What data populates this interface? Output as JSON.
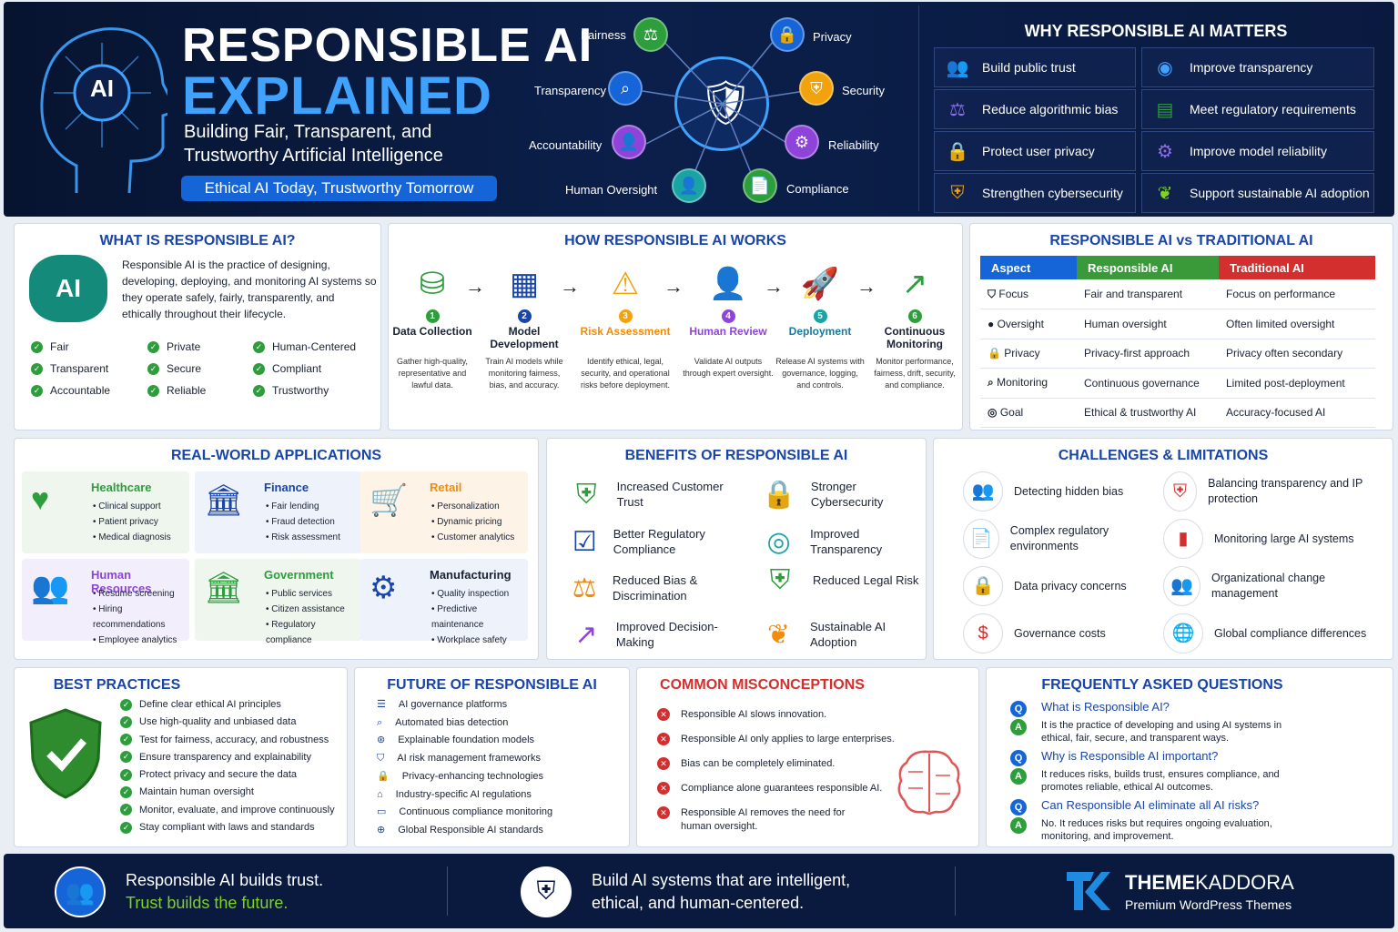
{
  "header": {
    "title_line1": "RESPONSIBLE AI",
    "title_line2": "EXPLAINED",
    "subtitle": "Building Fair, Transparent, and Trustworthy Artificial Intelligence",
    "tagline": "Ethical AI Today, Trustworthy Tomorrow",
    "head_badge": "AI",
    "nodes": [
      {
        "label": "Fairness",
        "icon": "scales-icon",
        "color": "#2e9d3c"
      },
      {
        "label": "Privacy",
        "icon": "lock-icon",
        "color": "#1565d8"
      },
      {
        "label": "Transparency",
        "icon": "search-icon",
        "color": "#1565d8"
      },
      {
        "label": "Security",
        "icon": "shield-icon",
        "color": "#f2a20c"
      },
      {
        "label": "Accountability",
        "icon": "user-icon",
        "color": "#8e44d8"
      },
      {
        "label": "Reliability",
        "icon": "gear-icon",
        "color": "#8e44d8"
      },
      {
        "label": "Human Oversight",
        "icon": "person-icon",
        "color": "#1aa3a3"
      },
      {
        "label": "Compliance",
        "icon": "document-icon",
        "color": "#2e9d3c"
      }
    ]
  },
  "why": {
    "title": "WHY RESPONSIBLE AI MATTERS",
    "items": [
      "Build public trust",
      "Improve transparency",
      "Reduce algorithmic bias",
      "Meet regulatory requirements",
      "Protect user privacy",
      "Improve model reliability",
      "Strengthen cybersecurity",
      "Support sustainable AI adoption"
    ]
  },
  "what": {
    "title": "WHAT IS RESPONSIBLE AI?",
    "badge": "AI",
    "text": "Responsible AI is the practice of designing, developing, deploying, and monitoring AI systems so they operate safely, fairly, transparently, and ethically throughout their lifecycle.",
    "traits": [
      "Fair",
      "Private",
      "Human-Centered",
      "Transparent",
      "Secure",
      "Compliant",
      "Accountable",
      "Reliable",
      "Trustworthy"
    ]
  },
  "how": {
    "title": "HOW RESPONSIBLE AI WORKS",
    "steps": [
      {
        "num": "1",
        "name": "Data Collection",
        "desc": "Gather high-quality, representative and lawful data.",
        "color": "#2e9d3c",
        "icon": "database-icon"
      },
      {
        "num": "2",
        "name": "Model Development",
        "desc": "Train AI models while monitoring fairness, bias, and accuracy.",
        "color": "#1a45a8",
        "icon": "chip-icon"
      },
      {
        "num": "3",
        "name": "Risk Assessment",
        "desc": "Identify ethical, legal, security, and operational risks before deployment.",
        "color": "#f2a20c",
        "icon": "warning-icon"
      },
      {
        "num": "4",
        "name": "Human Review",
        "desc": "Validate AI outputs through expert oversight.",
        "color": "#8e44d8",
        "icon": "person-icon"
      },
      {
        "num": "5",
        "name": "Deployment",
        "desc": "Release AI systems with governance, logging, and controls.",
        "color": "#1aa3a3",
        "icon": "rocket-icon"
      },
      {
        "num": "6",
        "name": "Continuous Monitoring",
        "desc": "Monitor performance, fairness, drift, security, and compliance.",
        "color": "#2e9d3c",
        "icon": "trend-icon"
      }
    ]
  },
  "compare": {
    "title": "RESPONSIBLE AI vs TRADITIONAL AI",
    "headers": [
      "Aspect",
      "Responsible AI",
      "Traditional AI"
    ],
    "rows": [
      [
        "Focus",
        "Fair and transparent",
        "Focus on performance"
      ],
      [
        "Oversight",
        "Human oversight",
        "Often limited oversight"
      ],
      [
        "Privacy",
        "Privacy-first approach",
        "Privacy often secondary"
      ],
      [
        "Monitoring",
        "Continuous governance",
        "Limited post-deployment"
      ],
      [
        "Goal",
        "Ethical & trustworthy AI",
        "Accuracy-focused AI"
      ]
    ]
  },
  "apps": {
    "title": "REAL-WORLD APPLICATIONS",
    "items": [
      {
        "name": "Healthcare",
        "points": [
          "Clinical support",
          "Patient privacy",
          "Medical diagnosis"
        ],
        "color": "#2e9d3c",
        "icon": "heart-icon"
      },
      {
        "name": "Finance",
        "points": [
          "Fair lending",
          "Fraud detection",
          "Risk assessment"
        ],
        "color": "#1a45a8",
        "icon": "bank-icon"
      },
      {
        "name": "Retail",
        "points": [
          "Personalization",
          "Dynamic pricing",
          "Customer analytics"
        ],
        "color": "#f28c0c",
        "icon": "cart-icon"
      },
      {
        "name": "Human Resources",
        "points": [
          "Resume screening",
          "Hiring recommendations",
          "Employee analytics"
        ],
        "color": "#8e44d8",
        "icon": "people-icon"
      },
      {
        "name": "Government",
        "points": [
          "Public services",
          "Citizen assistance",
          "Regulatory compliance"
        ],
        "color": "#2e9d3c",
        "icon": "building-icon"
      },
      {
        "name": "Manufacturing",
        "points": [
          "Quality inspection",
          "Predictive maintenance",
          "Workplace safety"
        ],
        "color": "#1a45a8",
        "icon": "robot-arm-icon"
      }
    ]
  },
  "benefits": {
    "title": "BENEFITS OF RESPONSIBLE AI",
    "items": [
      "Increased Customer Trust",
      "Stronger Cybersecurity",
      "Better Regulatory Compliance",
      "Improved Transparency",
      "Reduced Bias & Discrimination",
      "Reduced Legal Risk",
      "Improved Decision-Making",
      "Sustainable AI Adoption"
    ]
  },
  "challenges": {
    "title": "CHALLENGES & LIMITATIONS",
    "items": [
      "Detecting hidden bias",
      "Balancing transparency and IP protection",
      "Complex regulatory environments",
      "Monitoring large AI systems",
      "Data privacy concerns",
      "Organizational change management",
      "Governance costs",
      "Global compliance differences"
    ]
  },
  "best": {
    "title": "BEST PRACTICES",
    "items": [
      "Define clear ethical AI principles",
      "Use high-quality and unbiased data",
      "Test for fairness, accuracy, and robustness",
      "Ensure transparency and explainability",
      "Protect privacy and secure the data",
      "Maintain human oversight",
      "Monitor, evaluate, and improve continuously",
      "Stay compliant with laws and standards"
    ]
  },
  "future": {
    "title": "FUTURE OF RESPONSIBLE AI",
    "items": [
      "AI governance platforms",
      "Automated bias detection",
      "Explainable foundation models",
      "AI risk management frameworks",
      "Privacy-enhancing technologies",
      "Industry-specific AI regulations",
      "Continuous compliance monitoring",
      "Global Responsible AI standards"
    ]
  },
  "myths": {
    "title": "COMMON MISCONCEPTIONS",
    "items": [
      "Responsible AI slows innovation.",
      "Responsible AI only applies to large enterprises.",
      "Bias can be completely eliminated.",
      "Compliance alone guarantees responsible AI.",
      "Responsible AI removes the need for human oversight."
    ]
  },
  "faq": {
    "title": "FREQUENTLY ASKED QUESTIONS",
    "q_mark": "Q",
    "a_mark": "A",
    "items": [
      {
        "q": "What is Responsible AI?",
        "a": "It is the practice of developing and using AI systems in ethical, fair, secure, and transparent ways."
      },
      {
        "q": "Why is Responsible AI important?",
        "a": "It reduces risks, builds trust, ensures compliance, and promotes reliable, ethical AI outcomes."
      },
      {
        "q": "Can Responsible AI eliminate all AI risks?",
        "a": "No. It reduces risks but requires ongoing evaluation, monitoring, and improvement."
      }
    ]
  },
  "footer": {
    "msg1_line1": "Responsible AI builds trust.",
    "msg1_line2": "Trust builds the future.",
    "msg2_line1": "Build AI systems that are intelligent,",
    "msg2_line2": "ethical, and human-centered.",
    "brand_a": "THEME",
    "brand_b": "KADDORA",
    "brand_sub": "Premium WordPress Themes",
    "accent": "#7ed321"
  }
}
